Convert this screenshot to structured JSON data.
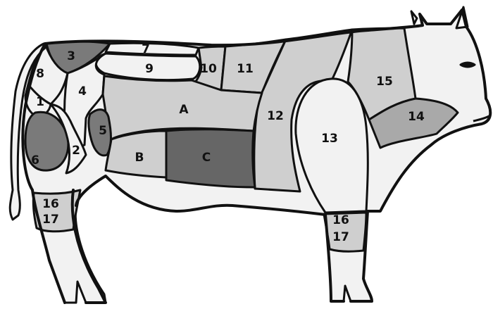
{
  "colors": {
    "background": "#ffffff",
    "outline": "#111111",
    "white_cut": "#f2f2f2",
    "light_cut": "#cfcfcf",
    "mid_cut": "#a9a9a9",
    "dark_cut": "#7a7a7a",
    "darkest_cut": "#666666"
  },
  "labels": {
    "c1": "1",
    "c2": "2",
    "c3": "3",
    "c4": "4",
    "c5": "5",
    "c6": "6",
    "c7": "7",
    "c8": "8",
    "c9": "9",
    "c10": "10",
    "c11": "11",
    "c12": "12",
    "c13": "13",
    "c14": "14",
    "c15": "15",
    "c16_rear": "16",
    "c17_rear": "17",
    "c16_front": "16",
    "c17_front": "17",
    "cA": "A",
    "cB": "B",
    "cC": "C"
  }
}
